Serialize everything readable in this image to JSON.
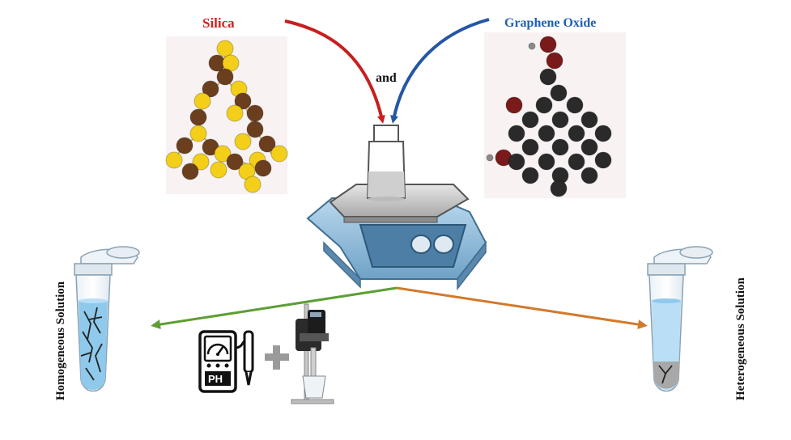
{
  "labels": {
    "silica": "Silica",
    "graphene_oxide": "Graphene Oxide",
    "and": "and",
    "homogeneous": "Homogeneous Solution",
    "heterogeneous": "Heterogeneous Solution",
    "ph": "PH"
  },
  "colors": {
    "silica_label": "#d32020",
    "go_label": "#1f5fb4",
    "silica_yellow": "#f3cf1a",
    "silica_brown": "#6b3f1e",
    "go_black": "#2a2a2a",
    "go_red": "#7a1a1a",
    "arrow_red": "#c81e1e",
    "arrow_blue": "#2456a6",
    "arrow_green": "#5d9e35",
    "arrow_orange": "#d27a2c",
    "liquid": "#8fc9ec"
  },
  "icons": [
    "silica-structure-icon",
    "graphene-oxide-structure-icon",
    "stirrer-icon",
    "bottle-icon",
    "tube-icon",
    "ph-meter-icon",
    "plus-icon",
    "sonicator-icon"
  ]
}
